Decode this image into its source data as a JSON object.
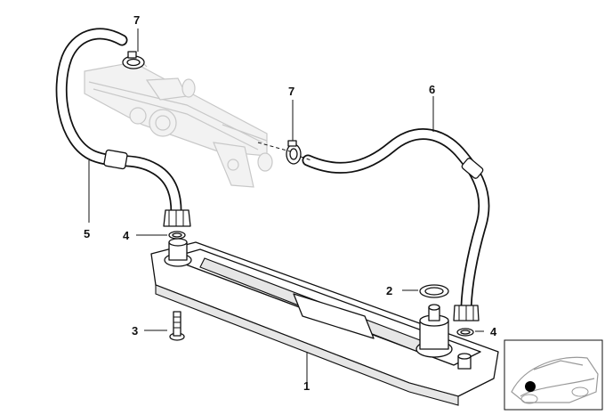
{
  "callouts": [
    {
      "id": "c1",
      "label": "1"
    },
    {
      "id": "c2",
      "label": "2"
    },
    {
      "id": "c3",
      "label": "3"
    },
    {
      "id": "c4a",
      "label": "4"
    },
    {
      "id": "c4b",
      "label": "4"
    },
    {
      "id": "c5",
      "label": "5"
    },
    {
      "id": "c6",
      "label": "6"
    },
    {
      "id": "c7a",
      "label": "7"
    },
    {
      "id": "c7b",
      "label": "7"
    }
  ],
  "colors": {
    "line": "#111111",
    "ghost": "#c8c8c8",
    "background": "#ffffff"
  }
}
